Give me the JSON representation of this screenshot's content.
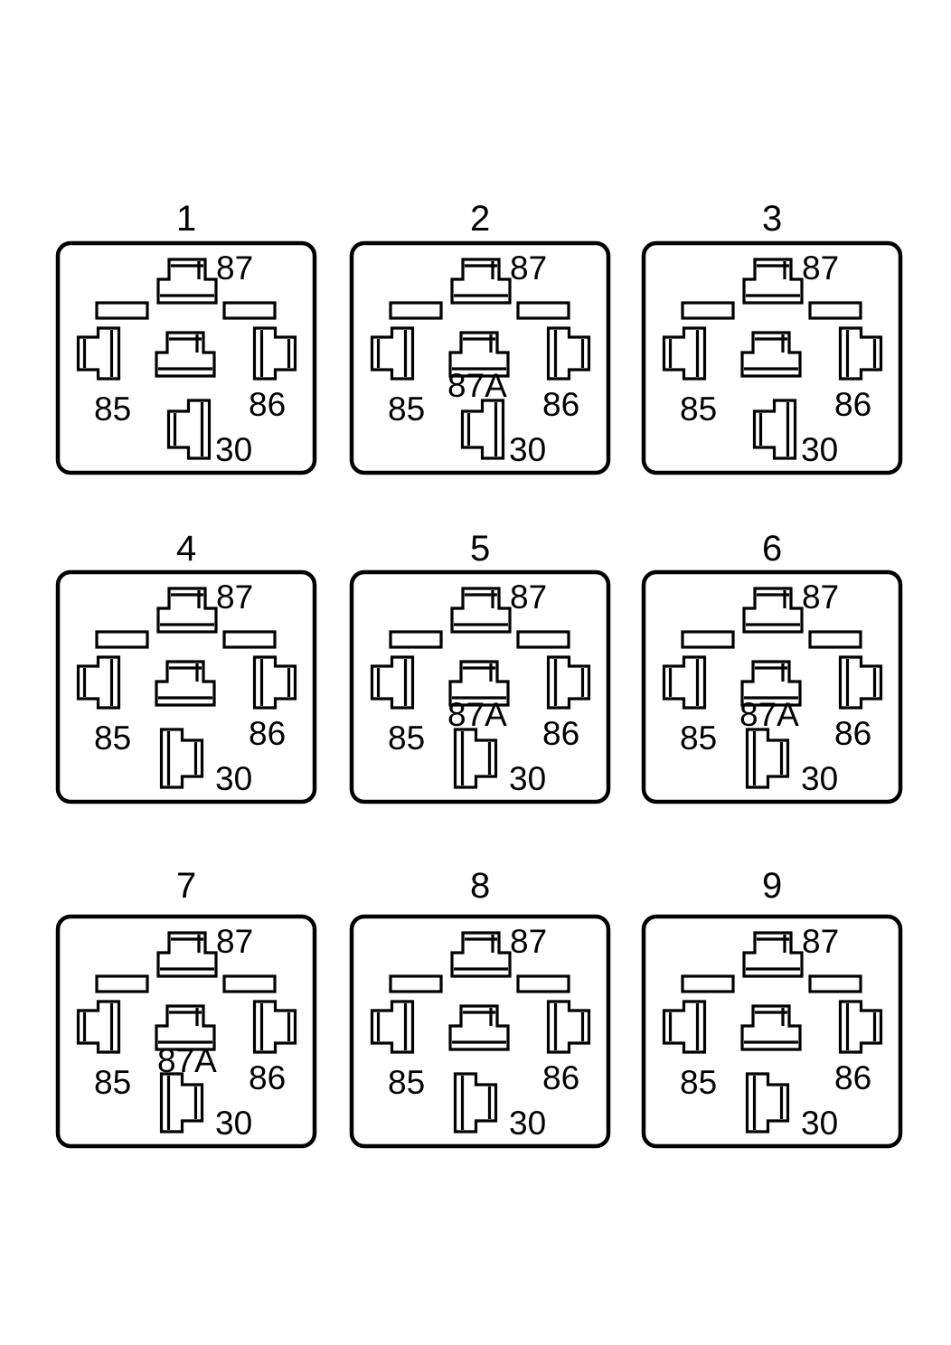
{
  "relays": [
    {
      "number": "1",
      "has_87A": false,
      "pin30_style": "open-left",
      "labels": {
        "p87": "87",
        "p85": "85",
        "p86": "86",
        "p30": "30"
      }
    },
    {
      "number": "2",
      "has_87A": true,
      "pin30_style": "open-left",
      "labels": {
        "p87": "87",
        "p87A": "87A",
        "p85": "85",
        "p86": "86",
        "p30": "30"
      }
    },
    {
      "number": "3",
      "has_87A": false,
      "pin30_style": "open-left",
      "labels": {
        "p87": "87",
        "p85": "85",
        "p86": "86",
        "p30": "30"
      }
    },
    {
      "number": "4",
      "has_87A": false,
      "pin30_style": "open-right",
      "labels": {
        "p87": "87",
        "p85": "85",
        "p86": "86",
        "p30": "30"
      }
    },
    {
      "number": "5",
      "has_87A": true,
      "pin30_style": "open-right",
      "labels": {
        "p87": "87",
        "p87A": "87A",
        "p85": "85",
        "p86": "86",
        "p30": "30"
      }
    },
    {
      "number": "6",
      "has_87A": true,
      "pin30_style": "open-right",
      "labels": {
        "p87": "87",
        "p87A": "87A",
        "p85": "85",
        "p86": "86",
        "p30": "30"
      }
    },
    {
      "number": "7",
      "has_87A": true,
      "pin30_style": "open-right",
      "labels": {
        "p87": "87",
        "p87A": "87A",
        "p85": "85",
        "p86": "86",
        "p30": "30"
      }
    },
    {
      "number": "8",
      "has_87A": false,
      "pin30_style": "open-right",
      "labels": {
        "p87": "87",
        "p85": "85",
        "p86": "86",
        "p30": "30"
      }
    },
    {
      "number": "9",
      "has_87A": false,
      "pin30_style": "open-right",
      "labels": {
        "p87": "87",
        "p85": "85",
        "p86": "86",
        "p30": "30"
      }
    }
  ]
}
